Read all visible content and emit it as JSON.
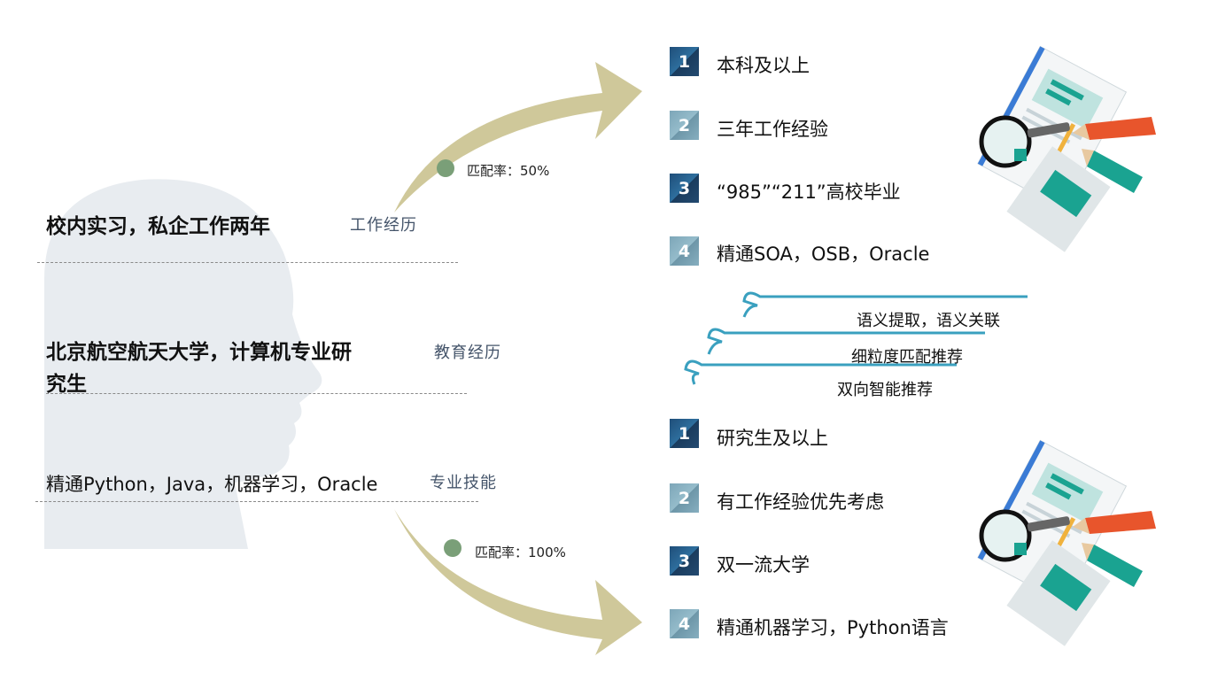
{
  "profile": {
    "work": "校内实习，私企工作两年",
    "education_line1": "北京航空航天大学，计算机专业研",
    "education_line2": "究生",
    "skills": "精通Python，Java，机器学习，Oracle"
  },
  "labels": {
    "work": "工作经历",
    "education": "教育经历",
    "skills": "专业技能"
  },
  "match_top": "匹配率：50%",
  "match_bottom": "匹配率：100%",
  "requirements_top": [
    {
      "num": "1",
      "text": "本科及以上"
    },
    {
      "num": "2",
      "text": "三年工作经验"
    },
    {
      "num": "3",
      "text": "“985”“211”高校毕业"
    },
    {
      "num": "4",
      "text": "精通SOA，OSB，Oracle"
    }
  ],
  "process_steps": [
    "语义提取，语义关联",
    "细粒度匹配推荐",
    "双向智能推荐"
  ],
  "requirements_bottom": [
    {
      "num": "1",
      "text": "研究生及以上"
    },
    {
      "num": "2",
      "text": "有工作经验优先考虑"
    },
    {
      "num": "3",
      "text": "双一流大学"
    },
    {
      "num": "4",
      "text": "精通机器学习，Python语言"
    }
  ],
  "colors": {
    "arrow": "#cfc89a",
    "head": "#e8ecf0",
    "num_dark": "#1f4e79",
    "num_light": "#7da6b8",
    "process_line": "#3aa0bf",
    "match_dot": "#7a9f78"
  },
  "icons": [
    "head-silhouette-icon",
    "curved-arrow-up-icon",
    "curved-arrow-down-icon",
    "document-magnifier-pencil-icon",
    "hook-arrow-icon"
  ]
}
